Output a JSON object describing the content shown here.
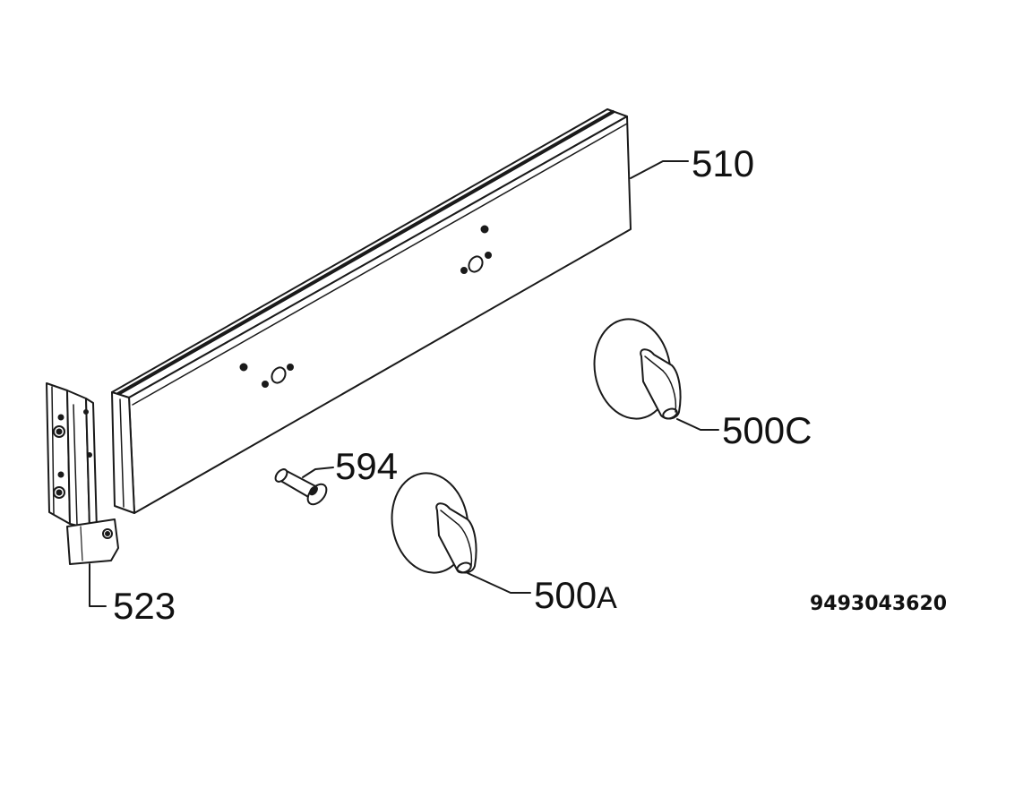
{
  "diagram": {
    "part_number": "9493043620",
    "labels": {
      "panel": "510",
      "bracket": "523",
      "pin": "594",
      "knob_a_main": "500",
      "knob_a_suffix": "A",
      "knob_c": "500C"
    },
    "colors": {
      "line": "#1a1a1a",
      "background": "#ffffff"
    }
  }
}
